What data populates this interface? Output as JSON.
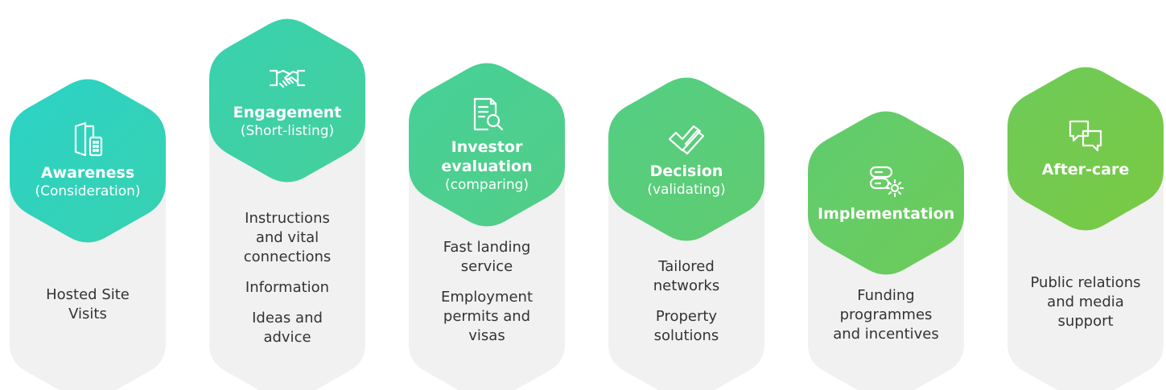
{
  "colors": {
    "gradient_start": "#2bd3c6",
    "gradient_end": "#7ac943",
    "card_background": "#f1f1f1",
    "text": "#333333"
  },
  "stages": [
    {
      "title": "Awareness",
      "subtitle": "(Consideration)",
      "icon": "door-building-icon",
      "services": [
        "Hosted Site\nVisits"
      ]
    },
    {
      "title": "Engagement",
      "subtitle": "(Short-listing)",
      "icon": "handshake-icon",
      "services": [
        "Instructions\nand vital\nconnections",
        "Information",
        "Ideas and\nadvice"
      ]
    },
    {
      "title": "Investor\nevaluation",
      "subtitle": "(comparing)",
      "icon": "document-search-icon",
      "services": [
        "Fast landing\nservice",
        "Employment\npermits and\nvisas"
      ]
    },
    {
      "title": "Decision",
      "subtitle": "(validating)",
      "icon": "double-check-icon",
      "services": [
        "Tailored\nnetworks",
        "Property\nsolutions"
      ]
    },
    {
      "title": "Implementation",
      "subtitle": "",
      "icon": "server-gear-icon",
      "services": [
        "Funding\nprogrammes\nand incentives"
      ]
    },
    {
      "title": "After-care",
      "subtitle": "",
      "icon": "chat-bubbles-icon",
      "services": [
        "Public relations\nand media\nsupport"
      ]
    }
  ]
}
